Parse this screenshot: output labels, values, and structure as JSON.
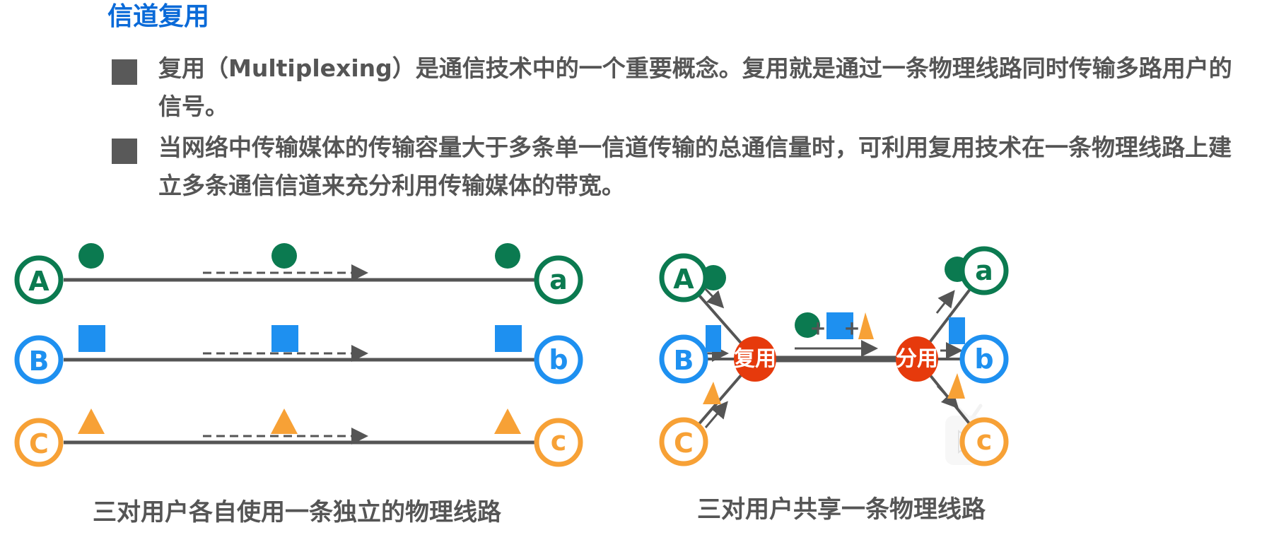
{
  "title": "信道复用",
  "bullets": [
    "复用（Multiplexing）是通信技术中的一个重要概念。复用就是通过一条物理线路同时传输多路用户的信号。",
    "当网络中传输媒体的传输容量大于多条单一信道传输的总通信量时，可利用复用技术在一条物理线路上建立多条通信信道来充分利用传输媒体的带宽。"
  ],
  "colors": {
    "green": "#0b7a50",
    "blue": "#1e90f0",
    "orange": "#f7a136",
    "red": "#e63a0c",
    "line": "#555555",
    "title": "#0a6ad8"
  },
  "left_diagram": {
    "senders": [
      "A",
      "B",
      "C"
    ],
    "receivers": [
      "a",
      "b",
      "c"
    ],
    "caption": "三对用户各自使用一条独立的物理线路"
  },
  "right_diagram": {
    "senders": [
      "A",
      "B",
      "C"
    ],
    "receivers": [
      "a",
      "b",
      "c"
    ],
    "mux_label": "复用",
    "demux_label": "分用",
    "plus_1": "+",
    "plus_2": "+",
    "caption": "三对用户共享一条物理线路"
  },
  "overlay": {
    "icon": "video-player-logo-icon"
  }
}
